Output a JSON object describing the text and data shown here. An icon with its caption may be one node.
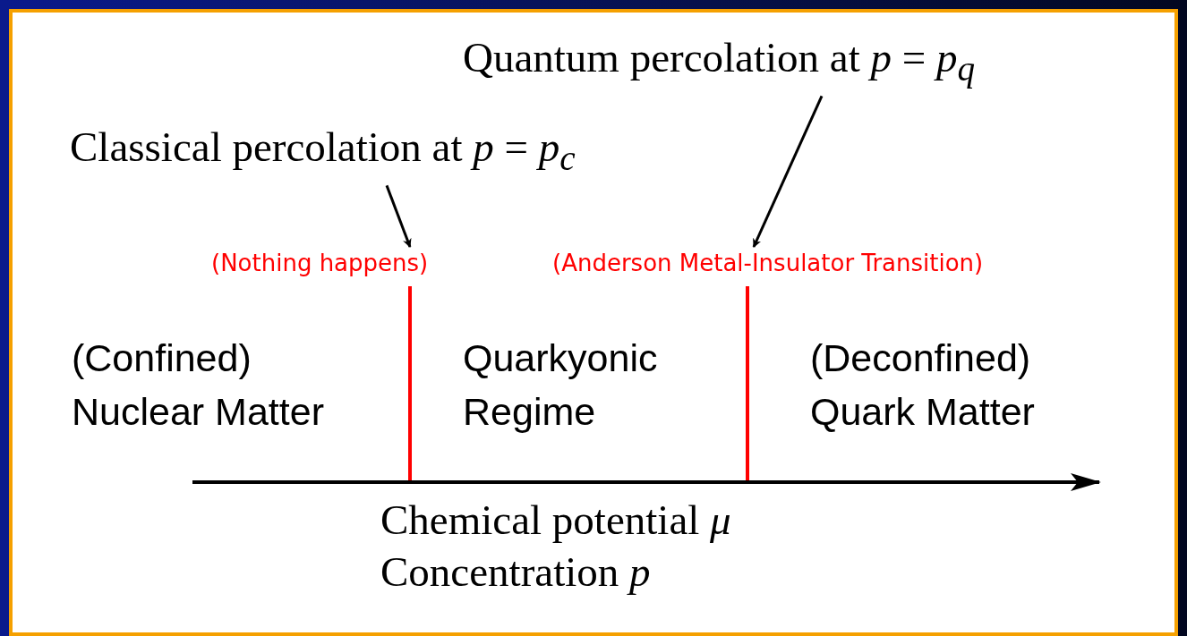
{
  "diagram": {
    "nodes": [
      {
        "text": [
          "Quantum percolation at *p* = *p*$_{q}$"
        ]
      },
      {
        "text": [
          "Classical percolation at *p* = *p*$_{c}$"
        ]
      },
      {
        "text": [],
        "shape": "bar",
        "beside": [
          "(Nothing happens)"
        ]
      },
      {
        "text": [],
        "shape": "bar",
        "beside": [
          "(Anderson Metal-Insulator Transition)"
        ]
      }
    ],
    "edges": [
      {
        "from": 1,
        "to": 2,
        "arrow": "to"
      },
      {
        "from": 0,
        "to": 3,
        "arrow": "to"
      }
    ],
    "labels": [
      "(Confined) Nuclear Matter",
      "Quarkyonic Regime",
      "(Deconfined) Quark Matter",
      "Chemical potential *μ*",
      "Concentration *p*"
    ]
  }
}
